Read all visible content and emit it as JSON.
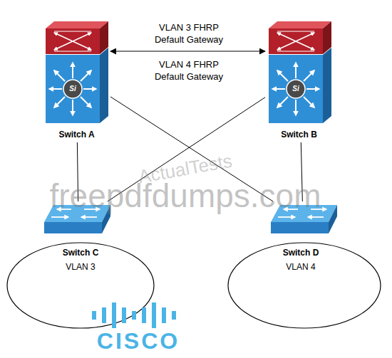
{
  "diagram": {
    "nodes": [
      {
        "text": [
          "Switch A"
        ]
      },
      {
        "text": [
          "Switch B"
        ]
      },
      {
        "text": [
          "Switch C",
          "VLAN 3"
        ]
      },
      {
        "text": [
          "Switch D",
          "VLAN 4"
        ]
      }
    ],
    "edges": [
      {
        "from": 0,
        "to": 1,
        "arrow": "both",
        "label": "VLAN 3 FHRP Default Gateway"
      },
      {
        "from": 0,
        "to": 2,
        "arrow": "none"
      },
      {
        "from": 1,
        "to": 3,
        "arrow": "none"
      },
      {
        "from": 0,
        "to": 3,
        "arrow": "none"
      },
      {
        "from": 1,
        "to": 2,
        "arrow": "none"
      }
    ],
    "labels": [
      "VLAN 4 FHRP Default Gateway",
      "Si",
      "Si",
      "ActualTests",
      "freepdfdumps.com",
      "CISCO"
    ]
  }
}
